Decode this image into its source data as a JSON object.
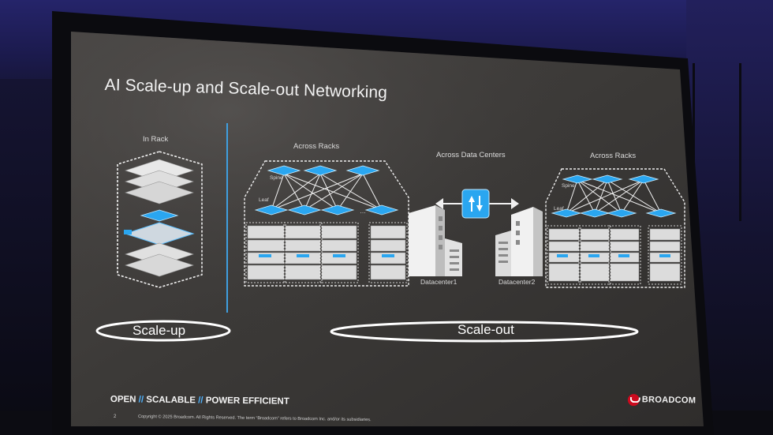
{
  "slide": {
    "title": "AI Scale-up and Scale-out Networking",
    "in_rack_label": "In Rack",
    "across_racks_left_label": "Across Racks",
    "across_dc_label": "Across Data Centers",
    "across_racks_right_label": "Across Racks",
    "spine_label_left": "Spine",
    "leaf_label_left": "Leaf",
    "spine_label_right": "Spine",
    "leaf_label_right": "Leaf",
    "datacenter1_label": "Datacenter1",
    "datacenter2_label": "Datacenter2",
    "scale_up_label": "Scale-up",
    "scale_out_label": "Scale-out",
    "footer": {
      "open": "OPEN",
      "scalable": "SCALABLE",
      "power": "POWER EFFICIENT",
      "separator": "//",
      "page_number": "2",
      "copyright": "Copyright © 2025 Broadcom. All Rights Reserved. The term “Broadcom” refers to Broadcom Inc. and/or its subsidiaries.",
      "brand": "BROADCOM"
    },
    "colors": {
      "slide_bg": "#3c3a39",
      "accent_blue": "#2aa6f0",
      "divider": "#3f9fe0",
      "brand_red": "#cc0a1e"
    },
    "icons": [
      "switch-icon",
      "server-stack-icon",
      "datacenter-building-icon",
      "bidirectional-arrow-icon",
      "broadcom-logo-icon"
    ]
  }
}
